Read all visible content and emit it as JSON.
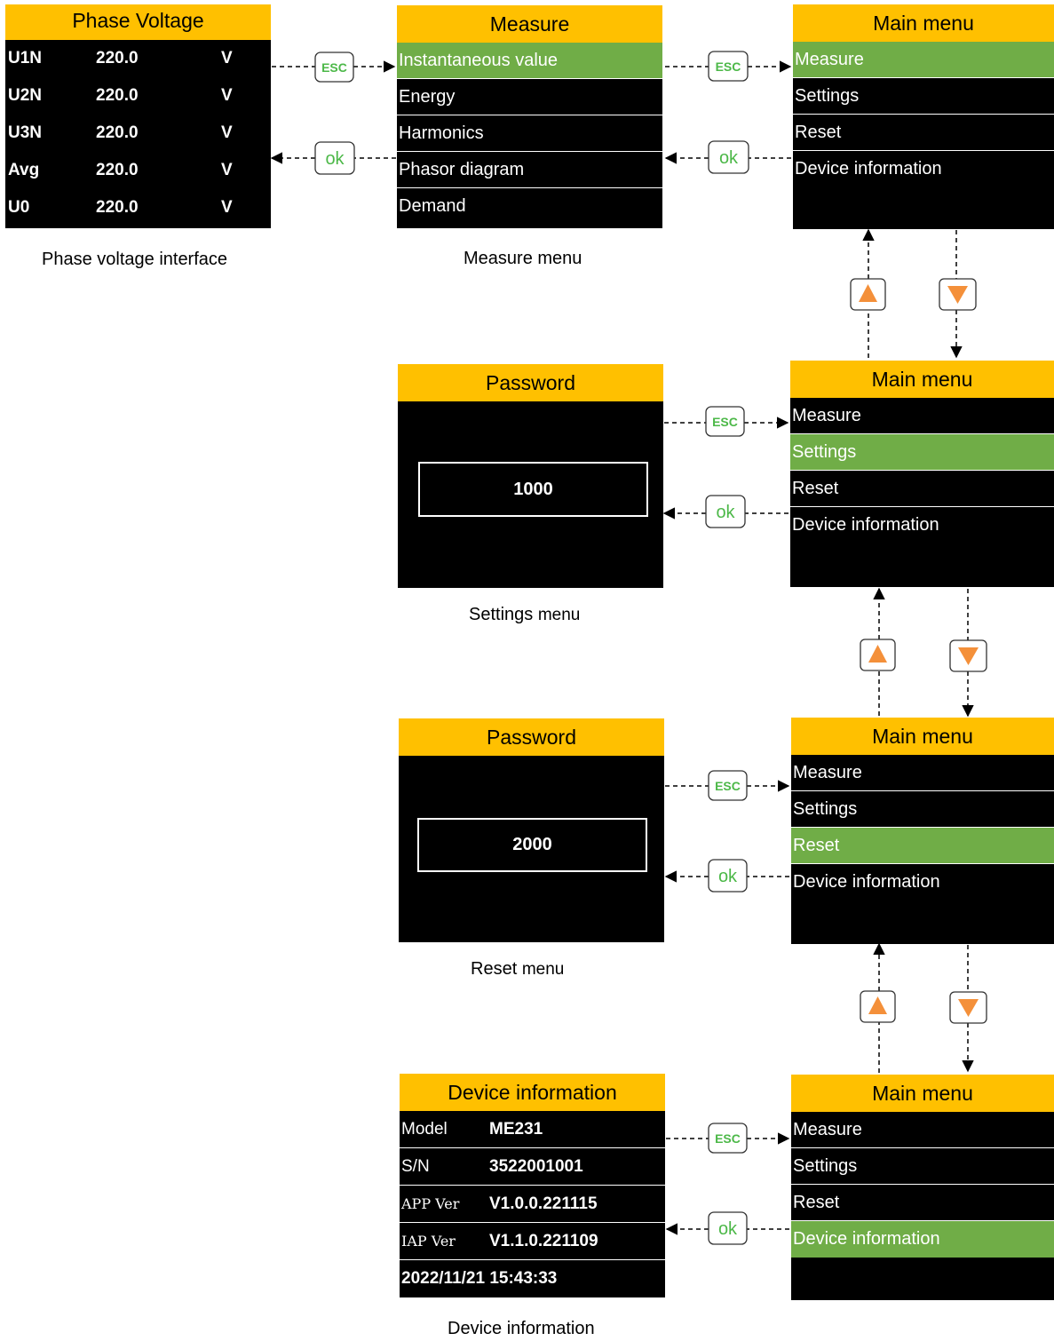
{
  "phase_voltage": {
    "title": "Phase Voltage",
    "rows": [
      {
        "label": "U1N",
        "value": "220.0",
        "unit": "V"
      },
      {
        "label": "U2N",
        "value": "220.0",
        "unit": "V"
      },
      {
        "label": "U3N",
        "value": "220.0",
        "unit": "V"
      },
      {
        "label": "Avg",
        "value": "220.0",
        "unit": "V"
      },
      {
        "label": "U0",
        "value": "220.0",
        "unit": "V"
      }
    ],
    "caption": "Phase voltage interface"
  },
  "measure_menu": {
    "title": "Measure",
    "items": [
      "Instantaneous value",
      "Energy",
      "Harmonics",
      "Phasor diagram",
      "Demand"
    ],
    "caption": "Measure menu"
  },
  "main_menu": {
    "title": "Main menu",
    "items": [
      "Measure",
      "Settings",
      "Reset",
      "Device information"
    ]
  },
  "settings_password": {
    "title": "Password",
    "value": "1000",
    "caption_main": "Settings",
    "caption_suffix": "menu"
  },
  "reset_password": {
    "title": "Password",
    "value": "2000",
    "caption_main": "Reset",
    "caption_suffix": "menu"
  },
  "device_info": {
    "title": "Device information",
    "rows": [
      {
        "key": "Model",
        "value": "ME231"
      },
      {
        "key": "S/N",
        "value": "3522001001"
      },
      {
        "key": "APP Ver",
        "value": "V1.0.0.221115"
      },
      {
        "key": "IAP Ver",
        "value": "V1.1.0.221109"
      }
    ],
    "datetime": "2022/11/21 15:43:33",
    "caption": "Device information"
  },
  "keys": {
    "esc": "ESC",
    "ok": "ok"
  },
  "colors": {
    "header": "#FFC000",
    "selected": "#70AD47",
    "key_text": "#4CB848",
    "arrow_key": "#F4903A"
  }
}
